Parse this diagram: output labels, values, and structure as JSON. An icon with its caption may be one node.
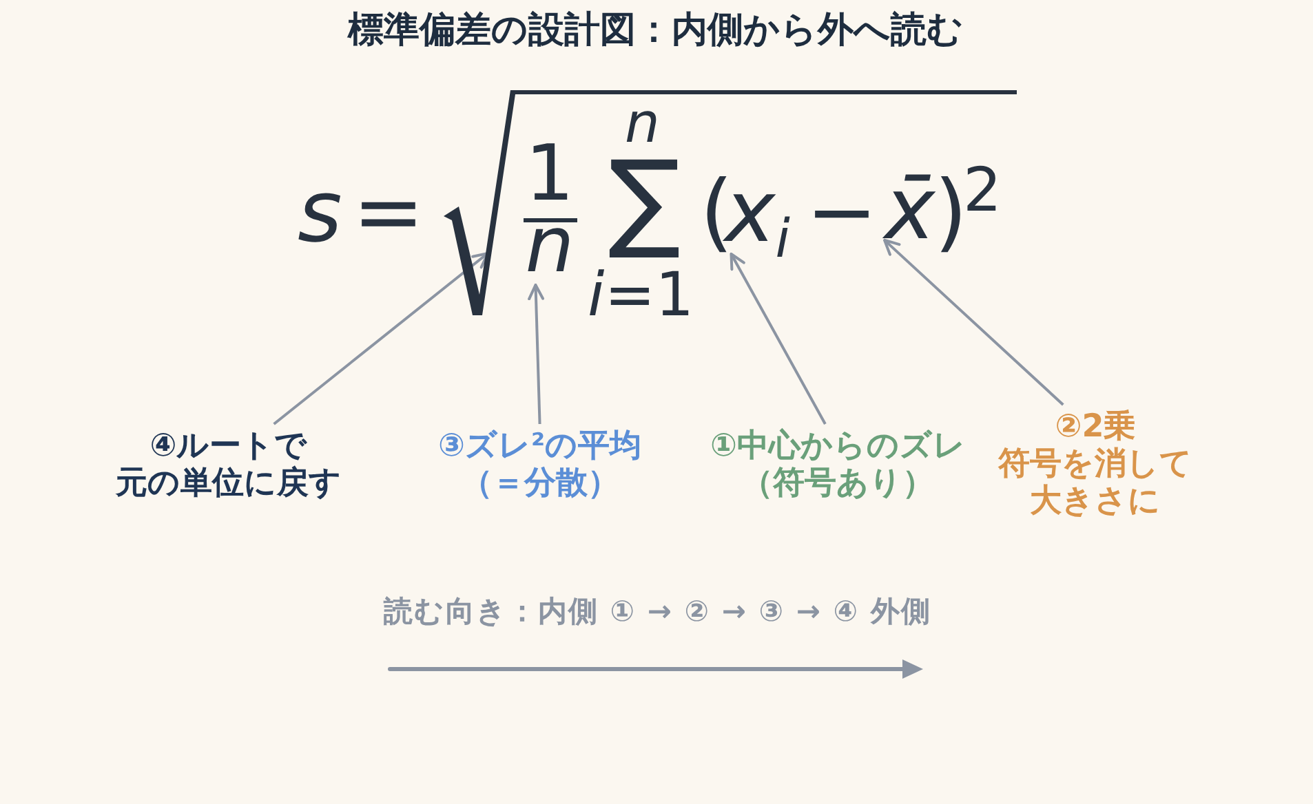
{
  "diagram": {
    "title": "標準偏差の設計図：内側から外へ読む",
    "nodes": [
      {
        "text": [],
        "shape": "radical"
      },
      {
        "text": [
          "1",
          "n"
        ],
        "in": 0
      },
      {
        "text": [
          "x$_{i}$"
        ],
        "in": 0
      },
      {
        "text": [
          "x̄"
        ],
        "in": 0
      },
      {
        "text": [
          "④ルートで",
          "元の単位に戻す"
        ]
      },
      {
        "text": [
          "③ズレ²の平均",
          "（＝分散）"
        ]
      },
      {
        "text": [
          "①中心からのズレ",
          "（符号あり）"
        ]
      },
      {
        "text": [
          "②2乗",
          "符号を消して大きさに"
        ]
      }
    ],
    "edges": [
      {
        "from": 4,
        "to": 0,
        "arrow": "to"
      },
      {
        "from": 5,
        "to": 1,
        "arrow": "to"
      },
      {
        "from": 6,
        "to": 2,
        "arrow": "to"
      },
      {
        "from": 7,
        "to": 3,
        "arrow": "to"
      }
    ],
    "labels": [
      "s",
      "=",
      "n",
      "∑",
      "*i*=1",
      "(",
      "−",
      ")",
      "2",
      "読む向き：内側 ① → ② → ③ → ④ 外側"
    ]
  }
}
